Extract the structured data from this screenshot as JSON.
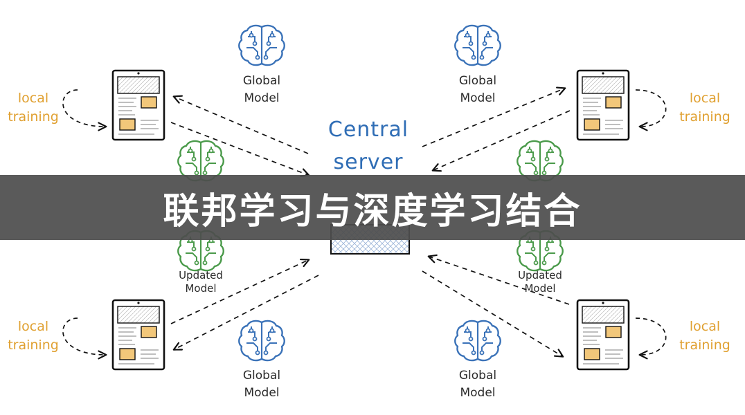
{
  "central": {
    "line1": "Central",
    "line2": "server"
  },
  "global_model": {
    "line1": "Global",
    "line2": "Model"
  },
  "updated_model": {
    "line1": "Updated",
    "line2": "Model"
  },
  "local_training": {
    "line1": "local",
    "line2": "training"
  },
  "banner": {
    "title": "联邦学习与深度学习结合"
  },
  "colors": {
    "global_brain": "#3a72b8",
    "updated_brain": "#4a9a4a",
    "local_text": "#e0a030",
    "central_text": "#2f6db5",
    "banner_bg": "#4e4e4e",
    "doc_accent": "#f2c77a"
  },
  "icons": [
    "brain-circuit-icon",
    "tablet-device-icon",
    "dashed-arrow-icon",
    "loop-arrow-icon"
  ]
}
